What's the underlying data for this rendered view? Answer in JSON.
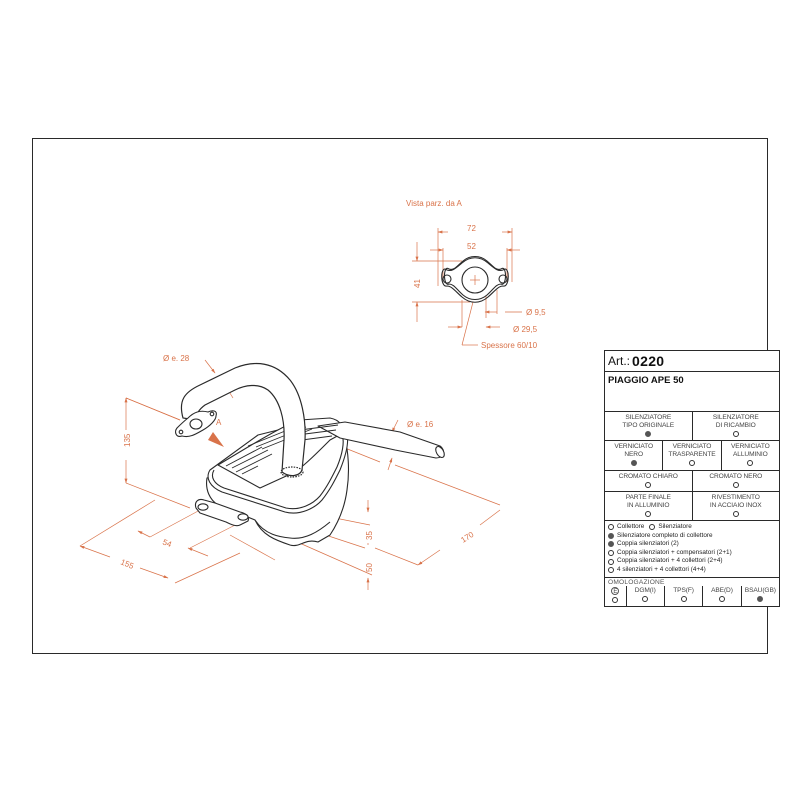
{
  "drawing": {
    "view_label": "Vista parz. da A",
    "flange": {
      "width_outer": "72",
      "width_inner": "52",
      "height": "41",
      "hole_diameter": "Ø 9,5",
      "bore_diameter": "Ø 29,5",
      "thickness": "Spessore 60/10"
    },
    "pipe_inlet_diameter": "Ø e. 28",
    "pipe_outlet_diameter": "Ø e. 16",
    "view_marker": "A",
    "dimensions": {
      "height": "135",
      "depth": "155",
      "mount_spacing": "54",
      "length": "170",
      "offset_35": "35",
      "offset_50": "50"
    },
    "colors": {
      "line": "#2a2a2a",
      "dimension": "#d9734a"
    }
  },
  "spec": {
    "art_label": "Art.:",
    "art_number": "0220",
    "model": "PIAGGIO APE 50",
    "silencer_type": [
      {
        "label_1": "SILENZIATORE",
        "label_2": "TIPO ORIGINALE",
        "selected": true
      },
      {
        "label_1": "SILENZIATORE",
        "label_2": "DI RICAMBIO",
        "selected": false
      }
    ],
    "finish": [
      {
        "label_1": "VERNICIATO",
        "label_2": "NERO",
        "selected": true
      },
      {
        "label_1": "VERNICIATO",
        "label_2": "TRASPARENTE",
        "selected": false
      },
      {
        "label_1": "VERNICIATO",
        "label_2": "ALLUMINIO",
        "selected": false
      }
    ],
    "chrome": [
      {
        "label_1": "CROMATO CHIARO",
        "selected": false
      },
      {
        "label_1": "CROMATO NERO",
        "selected": false
      }
    ],
    "extras": [
      {
        "label_1": "PARTE FINALE",
        "label_2": "IN ALLUMINIO",
        "selected": false
      },
      {
        "label_1": "RIVESTIMENTO",
        "label_2": "IN ACCIAIO INOX",
        "selected": false
      }
    ],
    "components": {
      "collettore": "Collettore",
      "silenziatore": "Silenziatore",
      "items": [
        {
          "label": "Silenziatore completo di collettore",
          "selected": true
        },
        {
          "label": "Coppia silenziatori (2)",
          "selected": false
        },
        {
          "label": "Coppia silenziatori + compensatori (2+1)",
          "selected": false
        },
        {
          "label": "Coppia silenziatori + 4 collettori (2+4)",
          "selected": false
        },
        {
          "label": "4 silenziatori + 4 collettori (4+4)",
          "selected": false
        }
      ]
    },
    "homologation": {
      "title": "OMOLOGAZIONE",
      "e_mark": "E",
      "items": [
        {
          "label": "DGM(I)",
          "selected": false
        },
        {
          "label": "TPS(F)",
          "selected": false
        },
        {
          "label": "ABE(D)",
          "selected": false
        },
        {
          "label": "BSAU(GB)",
          "selected": true
        }
      ]
    }
  }
}
